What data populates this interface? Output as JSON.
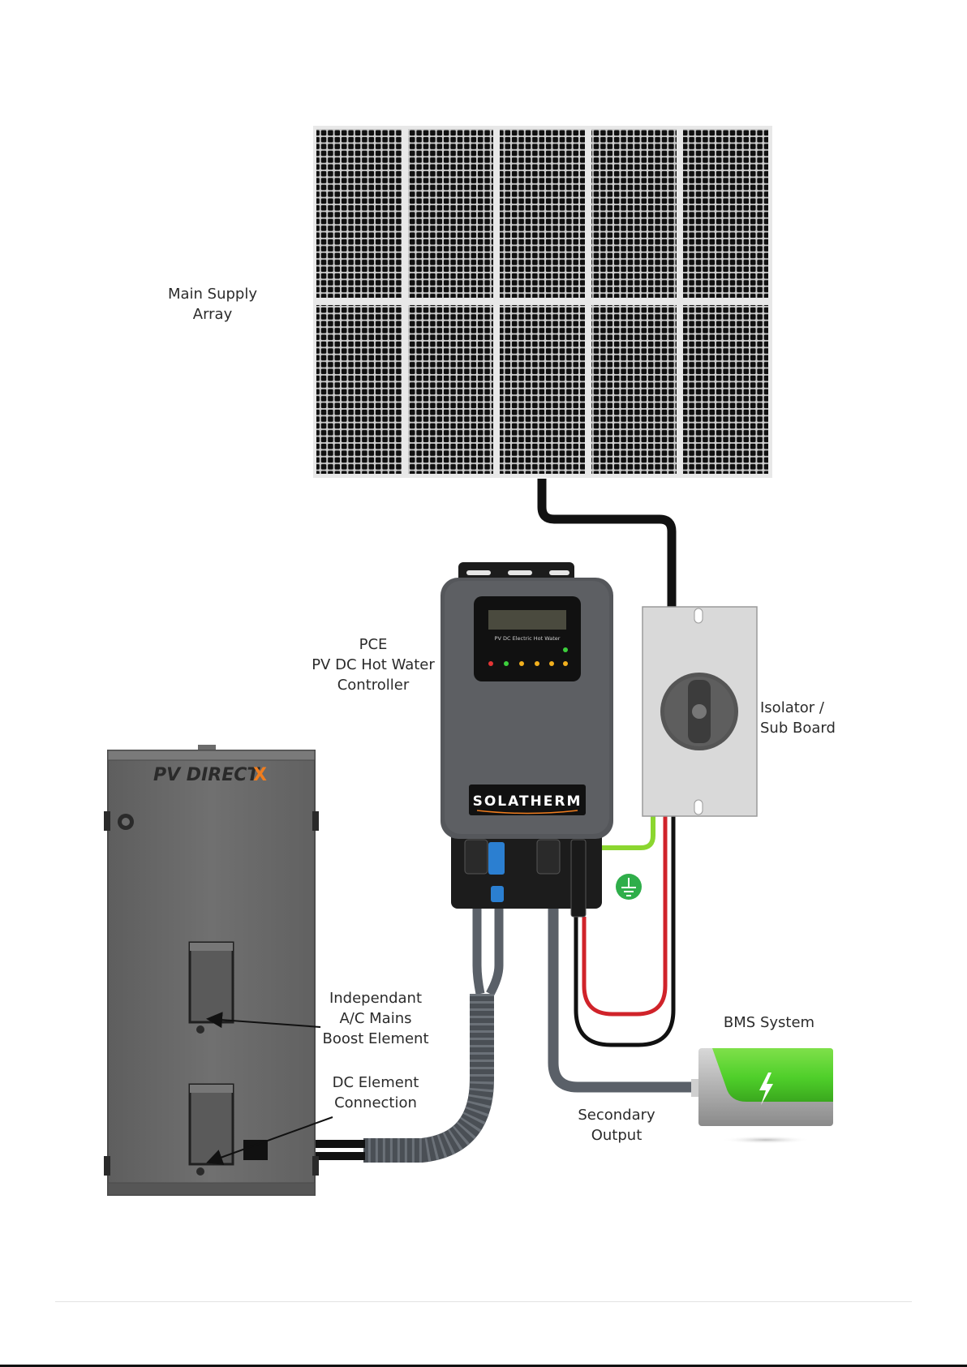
{
  "labels": {
    "main_supply_array": [
      "Main Supply",
      "Array"
    ],
    "pce": [
      "PCE",
      "PV DC Hot Water",
      "Controller"
    ],
    "isolator": [
      "Isolator /",
      "Sub Board"
    ],
    "boost_element": [
      "Independant",
      "A/C Mains",
      "Boost Element"
    ],
    "dc_element": [
      "DC Element",
      "Connection"
    ],
    "bms_system": "BMS System",
    "secondary_output": [
      "Secondary",
      "Output"
    ]
  },
  "controller": {
    "brand": "SOLATHERM",
    "display_caption": "PV DC Electric Hot Water"
  },
  "tank": {
    "brand": "PV DIRECT",
    "brand_mark": "X"
  },
  "colors": {
    "panel_cell": "#101010",
    "panel_grid": "#cfcfcf",
    "controller_body": "#55575b",
    "cable_black": "#111111",
    "cable_red": "#d0232a",
    "cable_earth": "#8bd62f",
    "earth_symbol": "#2fae4a",
    "battery_green": "#57d52d",
    "tank_body": "#6b6b6b",
    "accent_orange": "#f07d1e"
  },
  "icons": [
    "earth-ground-icon",
    "lightning-bolt-icon",
    "rotary-isolator-knob-icon"
  ]
}
